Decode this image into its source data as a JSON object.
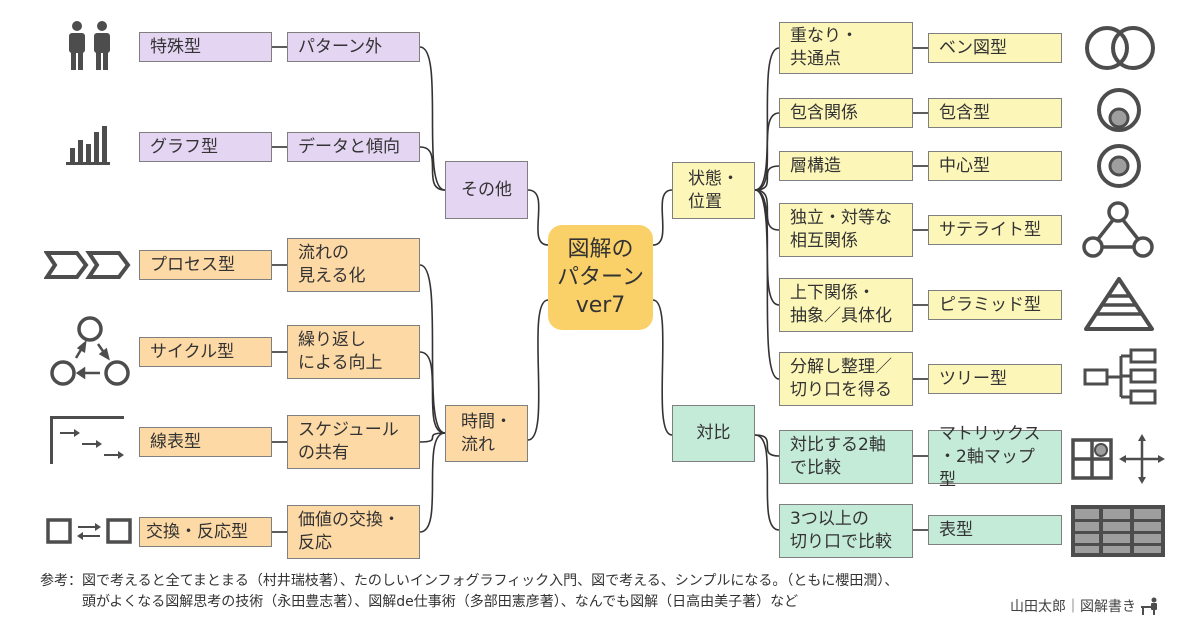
{
  "center": "図解の\nパターン\nver7",
  "left": {
    "other": {
      "label": "その他",
      "items": [
        {
          "type": "特殊型",
          "desc": "パターン外",
          "icon": "two-people-icon"
        },
        {
          "type": "グラフ型",
          "desc": "データと傾向",
          "icon": "bar-graph-icon"
        }
      ]
    },
    "time": {
      "label": "時間・\n流れ",
      "items": [
        {
          "type": "プロセス型",
          "desc": "流れの\n見える化",
          "icon": "process-arrows-icon"
        },
        {
          "type": "サイクル型",
          "desc": "繰り返し\nによる向上",
          "icon": "cycle-icon"
        },
        {
          "type": "線表型",
          "desc": "スケジュール\nの共有",
          "icon": "gantt-icon"
        },
        {
          "type": "交換・反応型",
          "desc": "価値の交換・\n反応",
          "icon": "exchange-icon"
        }
      ]
    }
  },
  "right": {
    "state": {
      "label": "状態・\n位置",
      "items": [
        {
          "desc": "重なり・\n共通点",
          "type": "ベン図型",
          "icon": "venn-icon"
        },
        {
          "desc": "包含関係",
          "type": "包含型",
          "icon": "inclusion-icon"
        },
        {
          "desc": "層構造",
          "type": "中心型",
          "icon": "center-icon"
        },
        {
          "desc": "独立・対等な\n相互関係",
          "type": "サテライト型",
          "icon": "satellite-icon"
        },
        {
          "desc": "上下関係・\n抽象／具体化",
          "type": "ピラミッド型",
          "icon": "pyramid-icon"
        },
        {
          "desc": "分解し整理／\n切り口を得る",
          "type": "ツリー型",
          "icon": "tree-icon"
        }
      ]
    },
    "contrast": {
      "label": "対比",
      "items": [
        {
          "desc": "対比する2軸\nで比較",
          "type": "マトリックス\n・2軸マップ型",
          "icon": "matrix-icon"
        },
        {
          "desc": "3つ以上の\n切り口で比較",
          "type": "表型",
          "icon": "table-icon"
        }
      ]
    }
  },
  "references": {
    "line1": "参考：図で考えると全てまとまる（村井瑞枝著）、たのしいインフォグラフィック入門、図で考える、シンプルになる。（ともに櫻田潤）、",
    "line2": "頭がよくなる図解思考の技術（永田豊志著）、図解de仕事術（多部田憲彦著）、なんでも図解（日高由美子著）など"
  },
  "credit": "山田太郎｜図解書き",
  "colors": {
    "purple": "#e4d5f3",
    "orange": "#fdd9a6",
    "yellow": "#fdf6b9",
    "green": "#c4ead8",
    "center": "#fad169",
    "icon": "#4d4d4d",
    "line": "#333333"
  }
}
